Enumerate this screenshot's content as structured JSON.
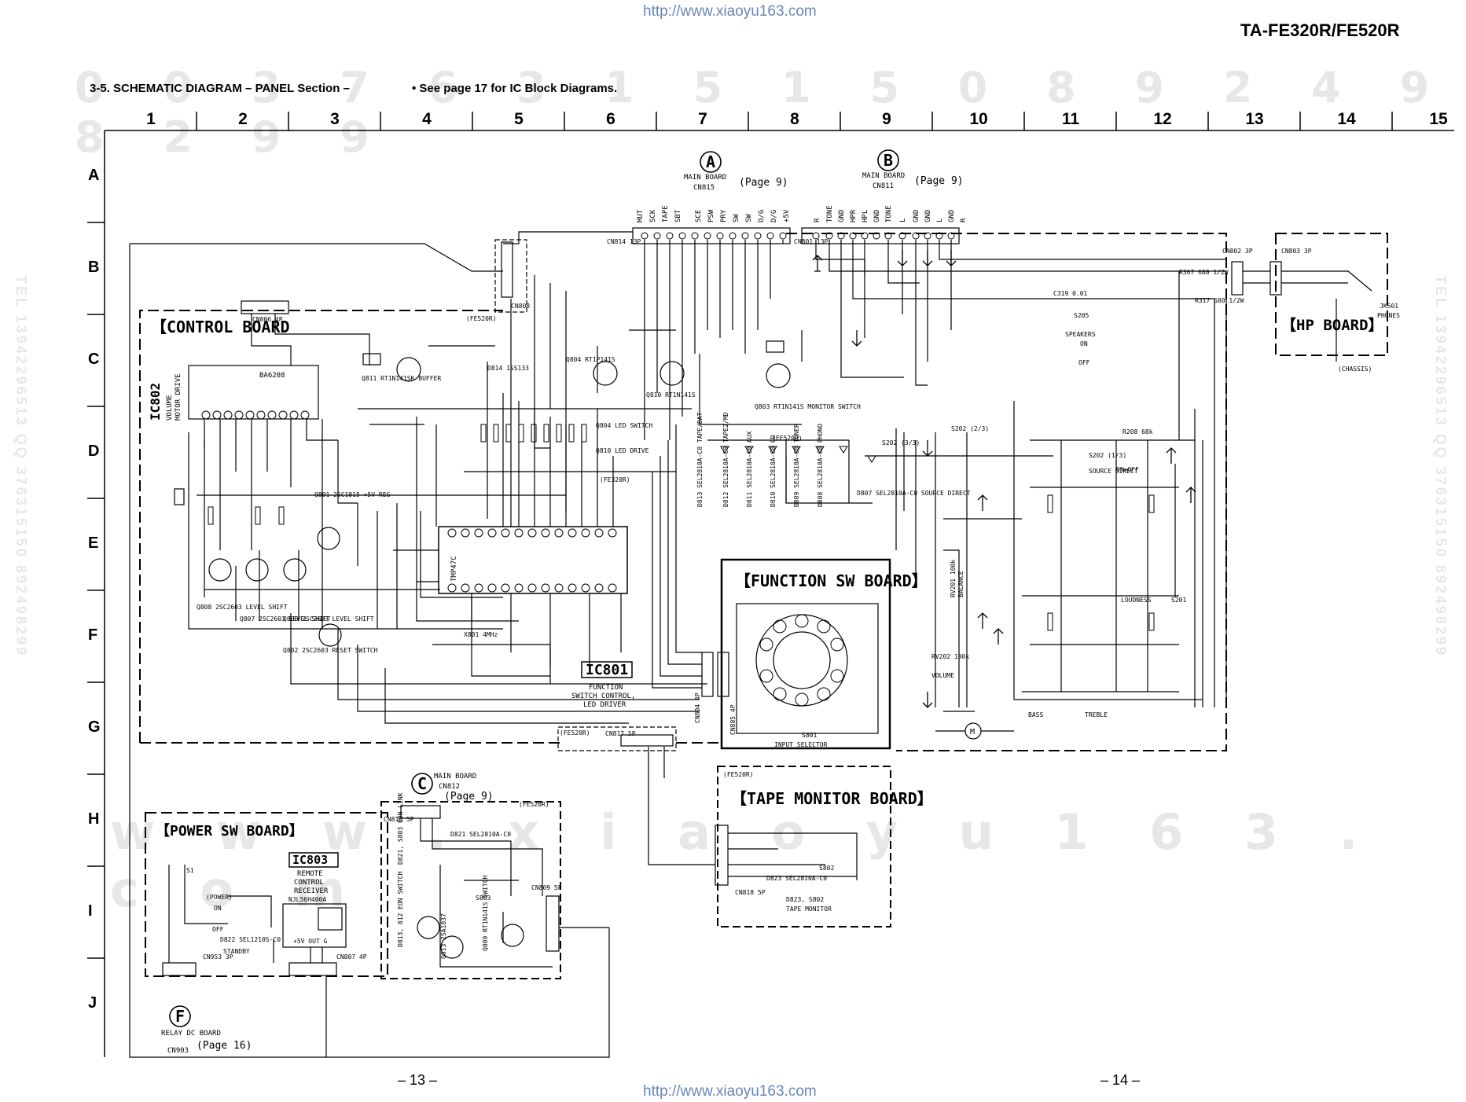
{
  "header": {
    "url_top": "http://www.xiaoyu163.com",
    "model": "TA-FE320R/FE520R",
    "section_title": "3-5.   SCHEMATIC  DIAGRAM  – PANEL Section –",
    "section_note": "• See page 17 for IC Block Diagrams."
  },
  "grid": {
    "columns": [
      "1",
      "2",
      "3",
      "4",
      "5",
      "6",
      "7",
      "8",
      "9",
      "10",
      "11",
      "12",
      "13",
      "14",
      "15"
    ],
    "rows": [
      "A",
      "B",
      "C",
      "D",
      "E",
      "F",
      "G",
      "H",
      "I",
      "J"
    ]
  },
  "boards": {
    "control": "CONTROL BOARD",
    "function_sw": "FUNCTION SW BOARD",
    "power_sw": "POWER SW BOARD",
    "tape_monitor": "TAPE MONITOR BOARD",
    "hp": "HP BOARD"
  },
  "connectors": {
    "A": {
      "letter": "A",
      "name": "MAIN BOARD",
      "cn": "CN815",
      "page": "(Page 9)",
      "pins": [
        "MUT",
        "SCK",
        "TAPE",
        "SBT",
        "SCE",
        "PSW",
        "PRY",
        "SW",
        "SW",
        "D/G",
        "D/G",
        "+5V"
      ]
    },
    "B": {
      "letter": "B",
      "name": "MAIN BOARD",
      "cn": "CN811",
      "page": "(Page 9)",
      "pins": [
        "R",
        "TONE",
        "GND",
        "HPR",
        "HPL",
        "GND",
        "TONE",
        "L",
        "GND",
        "GND",
        "L",
        "GND",
        "R"
      ]
    },
    "C": {
      "letter": "C",
      "name": "MAIN BOARD",
      "cn": "CN812",
      "page": "(Page 9)"
    },
    "F": {
      "letter": "F",
      "name": "RELAY DC BOARD",
      "cn": "CN903",
      "page": "(Page 16)"
    }
  },
  "ics": {
    "ic801": {
      "ref": "IC801",
      "desc1": "FUNCTION",
      "desc2": "SWITCH CONTROL,",
      "desc3": "LED DRIVER",
      "part": "TMP47C"
    },
    "ic802": {
      "ref": "IC802",
      "desc1": "VOLUME",
      "desc2": "MOTOR DRIVE",
      "part": "BA6208"
    },
    "ic803": {
      "ref": "IC803",
      "desc1": "REMOTE",
      "desc2": "CONTROL",
      "desc3": "RECEIVER",
      "part": "NJL56H400A"
    }
  },
  "labels": {
    "fe520r": "(FE520R)",
    "fe320r": "(FE320R)",
    "cn806": "CN806 4P",
    "cn808": "CN808",
    "cn814": "CN814 13P",
    "cn801": "CN801 13P",
    "cn802": "CN802 3P",
    "cn803": "CN803 3P",
    "cn804": "CN804 4P",
    "cn805": "CN805 4P",
    "cn817": "CN817 5P",
    "cn810": "CN810 5P",
    "cn809": "CN809 5P",
    "cn818": "CN818 5P",
    "cn953": "CN953 3P",
    "cn807": "CN807 4P",
    "jk501": "JK501",
    "phones": "PHONES",
    "chassis": "(CHASSIS)",
    "s205": "S205",
    "speakers": "SPEAKERS",
    "on": "ON",
    "off": "OFF",
    "c319": "C319 0.01",
    "r367": "R367 680 1/2W",
    "r317": "R317 680 1/2W",
    "q811": "Q811 RT1N141SK BUFFER",
    "q804": "Q804 RT1P141S",
    "q810": "Q810 RT1N141S",
    "q803": "Q803 RT1N141S MONITOR SWITCH",
    "q801": "Q801 2SC1815 +5V REG",
    "d814": "D814 1SS133",
    "q808": "Q808 2SC2603 LEVEL SHIFT",
    "q807": "Q807 2SC2603 LEVEL SHIFT",
    "q806": "Q806 2SC2603 LEVEL SHIFT",
    "q802": "Q802 2SC2603 RESET SWITCH",
    "x801": "X801 4MHz",
    "q804_led": "Q804 LED SWITCH",
    "q810_led": "Q810 LED DRIVE",
    "leds": [
      "D813 SEL2810A-C0 TAPE/DAT",
      "D812 SEL2810A-C0 TAPE2/MD",
      "D811 SEL2810A-C0 AUX",
      "D810 SEL2810A-C0 CD",
      "D809 SEL2810A-C0 TUNER",
      "D808 SEL2810A-C0 PHONO"
    ],
    "d807": "D807 SEL2810A-C0 SOURCE DIRECT",
    "s202": "S202 (2/3)",
    "s202b": "S202 (3/3)",
    "s202c": "S202 (1/3)",
    "source_direct": "SOURCE DIRECT",
    "on_off": "ON↔OFF",
    "r208": "R208 68k",
    "rv201": "RV201 100k",
    "balance": "BALANCE",
    "volume": "VOLUME",
    "rv202": "RV202 100k",
    "loudness": "LOUDNESS",
    "s201": "S201",
    "bass": "BASS",
    "treble": "TREBLE",
    "s801": "S801",
    "input_selector": "INPUT SELECTOR",
    "tape_monitor_sw": "D823, S802",
    "tape_monitor_lbl": "TAPE MONITOR",
    "d823": "D823 SEL2810A-C0",
    "s802": "S802",
    "s1": "S1",
    "power": "(POWER)",
    "d822": "D822 SEL1210S-C0",
    "standby": "STANDBY",
    "plus5v": "+5V OUT G",
    "d821": "D821 SEL2810A-C0",
    "s803": "S803",
    "q809": "Q809 RT1N141S SWITCH",
    "q813": "Q813 2SA1037",
    "d821s803": "D821, S803 EON LINK",
    "d813812": "D813, 812 EON SWITCH",
    "motor": "M"
  },
  "footer": {
    "page_left": "– 13 –",
    "page_right": "– 14 –",
    "url_bottom": "http://www.xiaoyu163.com"
  },
  "watermarks": {
    "top_digits": "0 0 3 7 6 3 1 5 1 5 0   8 9 2 4 9 8 2 9 9",
    "bottom_site": "w w w . x i a o y u 1 6 3 . c o m",
    "side_left": "TEL 13942296513  QQ 376315150  892498299",
    "side_right": "TEL 13942296513  QQ 376315150  892498299"
  },
  "colors": {
    "ink": "#000000",
    "url": "#6a86b8",
    "watermark": "#e5e5e5"
  }
}
